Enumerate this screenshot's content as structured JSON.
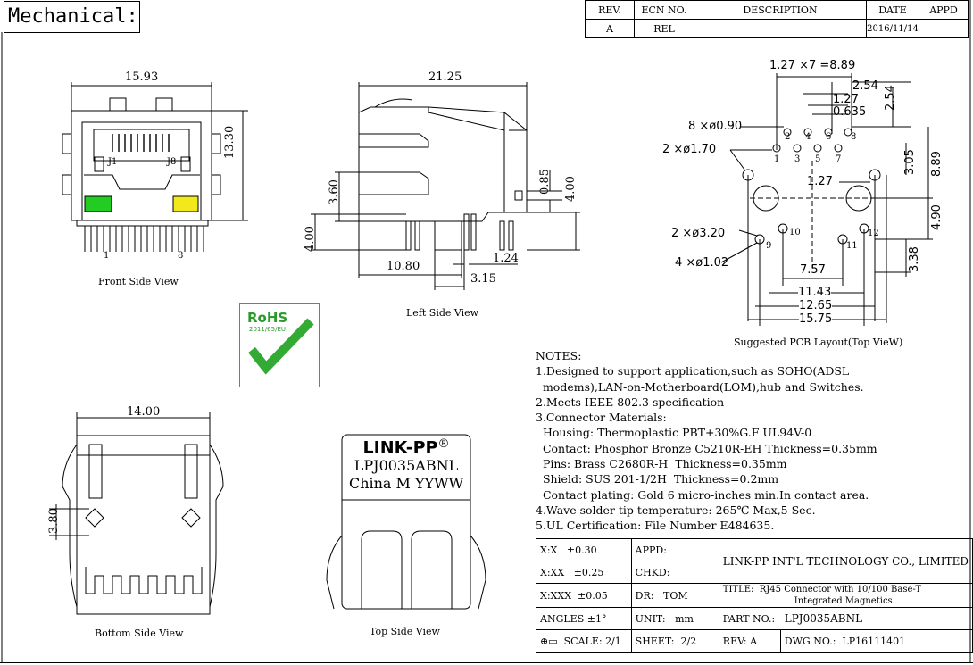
{
  "title": "Mechanical:",
  "revision_table": {
    "headers": [
      "REV.",
      "ECN NO.",
      "DESCRIPTION",
      "DATE",
      "APPD"
    ],
    "row": [
      "A",
      "REL",
      "",
      "2016/11/14",
      ""
    ]
  },
  "front_view": {
    "caption": "Front Side View",
    "width_dim": "15.93",
    "height_dim": "13.30",
    "pin1_label": "J1",
    "pin8_label": "J8",
    "pin_left": "1",
    "pin_right": "8",
    "led_left_color": "#22cc22",
    "led_right_color": "#f2e81a"
  },
  "left_view": {
    "caption": "Left Side View",
    "dims": [
      "21.25",
      "3.60",
      "4.00",
      "0.85",
      "4.00",
      "10.80",
      "1.24",
      "3.15"
    ]
  },
  "pcb_layout": {
    "caption": "Suggested PCB Layout(Top VieW)",
    "dims": [
      "1.27 ×7 =8.89",
      "2.54",
      "1.27",
      "0.635",
      "2.54",
      "8 ×ø0.90",
      "2 ×ø1.70",
      "1.27",
      "3.05",
      "8.89",
      "2 ×ø3.20",
      "4.90",
      "4 ×ø1.02",
      "3.38",
      "7.57",
      "11.43",
      "12.65",
      "15.75"
    ],
    "pin_labels": [
      "1",
      "2",
      "3",
      "4",
      "5",
      "6",
      "7",
      "8",
      "9",
      "10",
      "11",
      "12"
    ]
  },
  "rohs": {
    "title": "RoHS",
    "subtitle": "2011/65/EU",
    "color": "#33aa33"
  },
  "bottom_view": {
    "caption": "Bottom Side View",
    "width_dim": "14.00",
    "height_dim": "3.80"
  },
  "top_view": {
    "caption": "Top Side View",
    "brand": "LINK-PP",
    "registered": "®",
    "part_marking": "LPJ0035ABNL",
    "origin_marking": "China M YYWW"
  },
  "notes": {
    "heading": "NOTES:",
    "lines": [
      "1.Designed to support application,such as SOHO(ADSL",
      "  modems),LAN-on-Motherboard(LOM),hub and Switches.",
      "2.Meets IEEE 802.3 specification",
      "3.Connector Materials:",
      "  Housing: Thermoplastic PBT+30%G.F UL94V-0",
      "  Contact: Phosphor Bronze C5210R-EH Thickness=0.35mm",
      "  Pins: Brass C2680R-H  Thickness=0.35mm",
      "  Shield: SUS 201-1/2H  Thickness=0.2mm",
      "  Contact plating: Gold 6 micro-inches min.In contact area.",
      "4.Wave solder tip temperature: 265℃ Max,5 Sec.",
      "5.UL Certification: File Number E484635."
    ]
  },
  "title_block": {
    "tol_x": "X:X",
    "tol_x_val": "±0.30",
    "tol_xx": "X:XX",
    "tol_xx_val": "±0.25",
    "tol_xxx": "X:XXX",
    "tol_xxx_val": "±0.05",
    "angles": "ANGLES ±1°",
    "appd": "APPD:",
    "chkd": "CHKD:",
    "dr": "DR:",
    "dr_val": "TOM",
    "unit": "UNIT:",
    "unit_val": "mm",
    "company": "LINK-PP INT'L TECHNOLOGY CO., LIMITED",
    "title_label": "TITLE:",
    "title_val1": "RJ45 Connector with 10/100 Base-T",
    "title_val2": "Integrated Magnetics",
    "part_label": "PART NO.:",
    "part_val": "LPJ0035ABNL",
    "scale_label": "SCALE:",
    "scale_val": "2/1",
    "sheet_label": "SHEET:",
    "sheet_val": "2/2",
    "rev_label": "REV:",
    "rev_val": "A",
    "dwg_label": "DWG NO.:",
    "dwg_val": "LP16111401"
  }
}
